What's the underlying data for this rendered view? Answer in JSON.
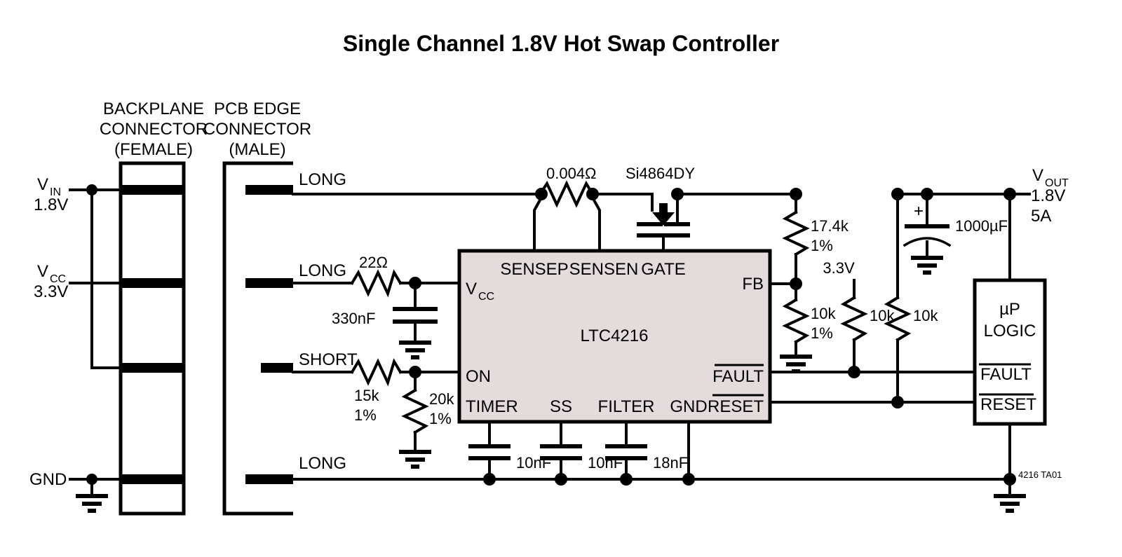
{
  "title": "Single Channel 1.8V Hot Swap Controller",
  "connectors": {
    "backplane": {
      "line1": "BACKPLANE",
      "line2": "CONNECTOR",
      "line3": "(FEMALE)"
    },
    "pcb_edge": {
      "line1": "PCB EDGE",
      "line2": "CONNECTOR",
      "line3": "(MALE)"
    },
    "pin_labels": {
      "vin": "LONG",
      "vcc": "LONG",
      "on": "SHORT",
      "gnd": "LONG"
    }
  },
  "rails": {
    "vin": {
      "name": "V",
      "sub": "IN",
      "value": "1.8V"
    },
    "vcc": {
      "name": "V",
      "sub": "CC",
      "value": "3.3V"
    },
    "gnd": {
      "name": "GND"
    },
    "vout": {
      "name": "V",
      "sub": "OUT",
      "value": "1.8V",
      "current": "5A"
    }
  },
  "ic": {
    "part": "LTC4216",
    "pins": {
      "vcc": "V",
      "vcc_sub": "CC",
      "sensep": "SENSEP",
      "sensen": "SENSEN",
      "gate": "GATE",
      "fb": "FB",
      "on": "ON",
      "fault": "FAULT",
      "timer": "TIMER",
      "ss": "SS",
      "filter": "FILTER",
      "gnd": "GND",
      "reset": "RESET"
    }
  },
  "components": {
    "sense_resistor": "0.004Ω",
    "mosfet": "Si4864DY",
    "vcc_series_resistor": "22Ω",
    "vcc_bypass_cap": "330nF",
    "on_series_resistor": {
      "value": "15k",
      "tol": "1%"
    },
    "on_pulldown_resistor": {
      "value": "20k",
      "tol": "1%"
    },
    "fb_top_resistor": {
      "value": "17.4k",
      "tol": "1%"
    },
    "fb_bottom_resistor": {
      "value": "10k",
      "tol": "1%"
    },
    "pullup_supply": "3.3V",
    "fault_pullup": "10k",
    "reset_pullup": "10k",
    "output_cap": {
      "value": "1000µF",
      "polarity": "+"
    },
    "timer_cap": "10nF",
    "ss_cap": "10nF",
    "filter_cap": "18nF"
  },
  "logic_block": {
    "line1": "µP",
    "line2": "LOGIC",
    "in1": "FAULT",
    "in2": "RESET"
  },
  "footer_code": "4216 TA01",
  "colors": {
    "ic_fill": "#e3dbdc",
    "line": "#000000",
    "background": "#ffffff"
  }
}
